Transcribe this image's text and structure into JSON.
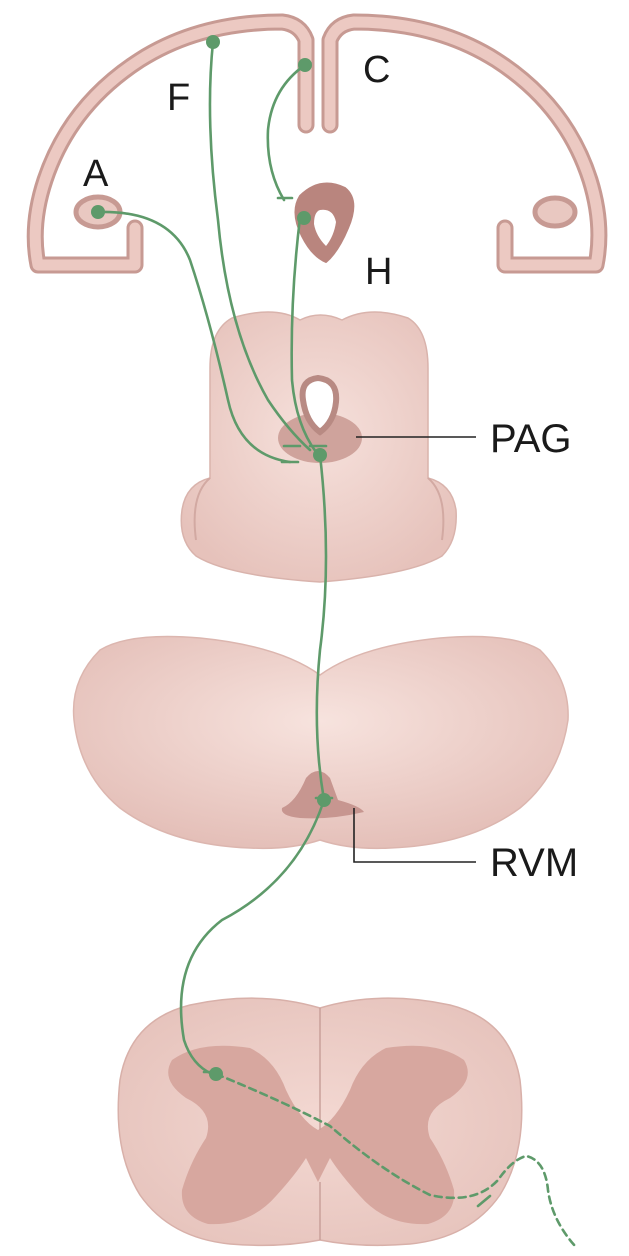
{
  "labels": {
    "a": "A",
    "f": "F",
    "c": "C",
    "h": "H",
    "pag": "PAG",
    "rvm": "RVM"
  },
  "colors": {
    "tissue": "#e9c8c1",
    "tissue_light": "#f3dcd7",
    "tissue_dark": "#c79a93",
    "inner_gray": "#d6aaa3",
    "pathway": "#5e9a6a",
    "neuron_body": "#5e9a6a",
    "label_line": "#222222"
  },
  "structures": [
    "cerebral-hemispheres",
    "midbrain-section",
    "medulla-section",
    "spinal-cord-section"
  ]
}
